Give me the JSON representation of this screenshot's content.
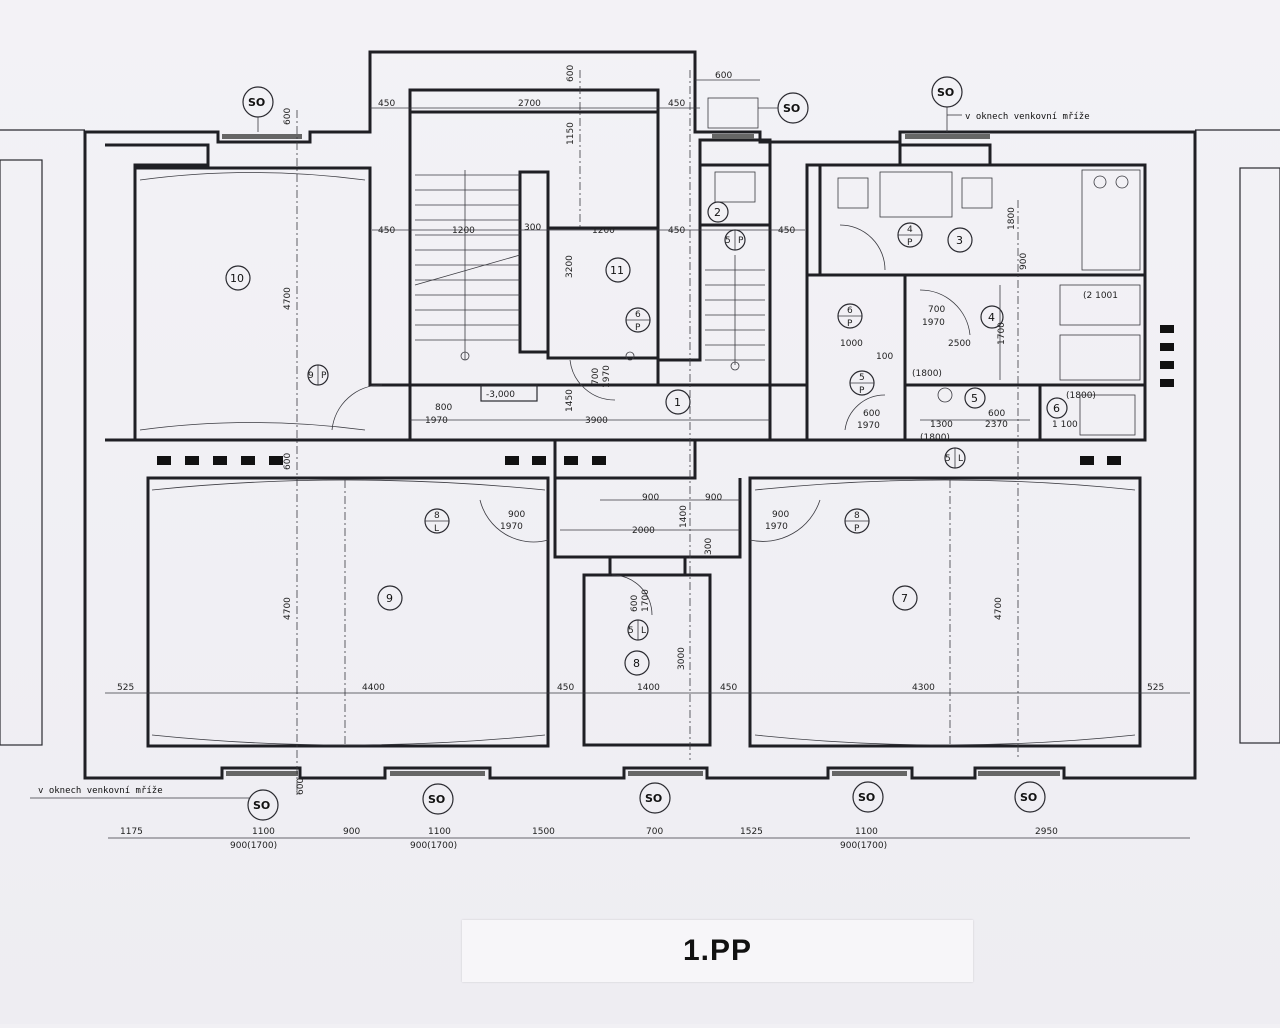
{
  "floor_label": "1.PP",
  "level_mark": "-3,000",
  "window_note": "v oknech venkovní mříže",
  "so_label": "SO",
  "rooms": [
    "1",
    "2",
    "3",
    "4",
    "5",
    "6",
    "7",
    "8",
    "9",
    "10",
    "11"
  ],
  "dims": {
    "top_600": "600",
    "top_450_left": "450",
    "top_2700": "2700",
    "top_450_right": "450",
    "top_600_right": "600",
    "v1150": "1150",
    "row2_450a": "450",
    "row2_1200a": "1200",
    "row2_300": "300",
    "row2_1200b": "1200",
    "row2_450b": "450",
    "row2_450c": "450",
    "v3200": "3200",
    "v4700_left": "4700",
    "v1800": "1800",
    "v900": "900",
    "door_800": "800",
    "door_1970": "1970",
    "span_3900": "3900",
    "door_700": "700",
    "door_1970b": "1970",
    "v1450": "1450",
    "r4_700": "700",
    "r4_1970": "1970",
    "r4_1000": "1000",
    "r4_2500": "2500",
    "r4_v1700": "1700",
    "r4_100": "100",
    "r4_1800a": "(1800)",
    "r4_1800b": "(1800)",
    "r4_1800c": "(1800)",
    "r4_1001": "(2 1001",
    "r5_600": "600",
    "r5_1970": "1970",
    "r5_1300": "1300",
    "r5_600b": "600",
    "r5_2370": "2370",
    "r6_1100": "1 100",
    "hall_900a": "900",
    "hall_900b": "900",
    "hall_900c": "900",
    "hall_1970a": "1970",
    "hall_900d": "900",
    "hall_1970b": "1970",
    "hall_2000": "2000",
    "hall_v1400": "1400",
    "hall_v300": "300",
    "v4700_r9": "4700",
    "v4700_r7": "4700",
    "v600_a": "600",
    "v600_b": "600",
    "r8_600": "600",
    "r8_1700": "1700",
    "r8_v3000": "3000",
    "bot_525a": "525",
    "bot_4400": "4400",
    "bot_450a": "450",
    "bot_1400": "1400",
    "bot_450b": "450",
    "bot_4300": "4300",
    "bot_525b": "525",
    "v600_bottom": "600"
  },
  "bottom_dims": [
    "1175",
    "1100",
    "900",
    "1100",
    "1500",
    "700",
    "1525",
    "1100",
    "2950"
  ],
  "bottom_subdims": [
    "900(1700)",
    "900(1700)",
    "900(1700)"
  ],
  "door_marks": [
    {
      "num": "9",
      "side": "P"
    },
    {
      "num": "6",
      "side": "P"
    },
    {
      "num": "4",
      "side": "P"
    },
    {
      "num": "6",
      "side": "P"
    },
    {
      "num": "5",
      "side": "P"
    },
    {
      "num": "8",
      "side": "L"
    },
    {
      "num": "8",
      "side": "P"
    },
    {
      "num": "5",
      "side": "L"
    },
    {
      "num": "5",
      "side": "P"
    },
    {
      "num": "5",
      "side": "L"
    }
  ],
  "colors": {
    "ink": "#1f1f24",
    "paper": "#f1f0f4"
  }
}
